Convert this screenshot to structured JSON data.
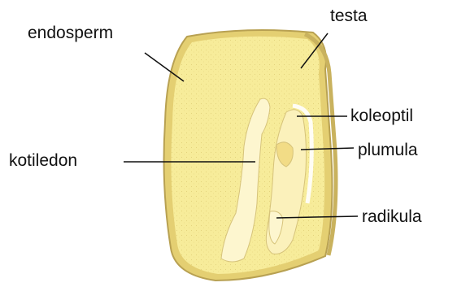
{
  "labels": {
    "endosperm": "endosperm",
    "testa": "testa",
    "koleoptil": "koleoptil",
    "plumula": "plumula",
    "kotiledon": "kotiledon",
    "radikula": "radikula"
  },
  "colors": {
    "endosperm_fill": "#f7ec9a",
    "seed_outline": "#b8a152",
    "embryo_fill": "#fdf6cf",
    "leader_line": "#111111"
  }
}
